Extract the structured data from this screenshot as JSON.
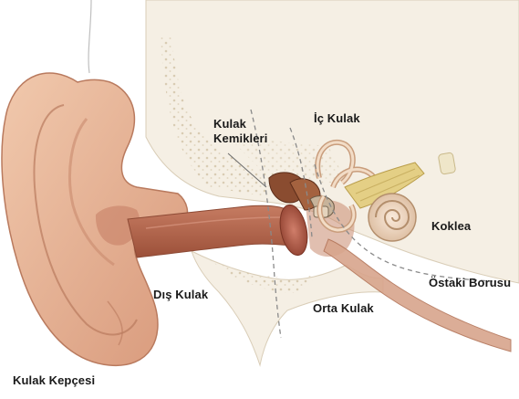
{
  "labels": {
    "kulak_kemikleri_line1": "Kulak",
    "kulak_kemikleri_line2": "Kemikleri",
    "ic_kulak": "İç Kulak",
    "koklea": "Koklea",
    "ostaki_borusu": "Östaki Borusu",
    "dis_kulak": "Dış Kulak",
    "orta_kulak": "Orta Kulak",
    "kulak_kepcesi": "Kulak Kepçesi"
  },
  "colors": {
    "skin": "#e8b89c",
    "skin_shadow": "#c98a6e",
    "canal": "#b86a52",
    "bone": "#f3ecdf",
    "bone_dots": "#d8ccb5",
    "ossicles": "#9a5a3c",
    "cochlea": "#f2dcc6",
    "nerve": "#e4d08a",
    "dash": "#8a8a8a"
  }
}
